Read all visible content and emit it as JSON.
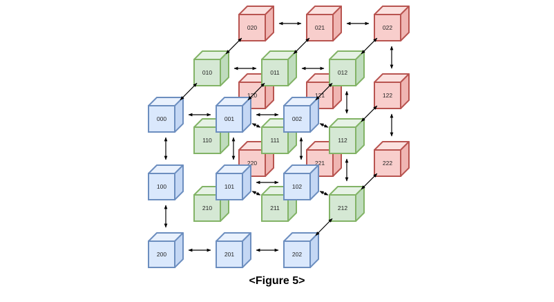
{
  "figure": {
    "caption": "<Figure 5>"
  },
  "colors": {
    "blue": {
      "front": "#dae8fc",
      "top": "#e9f1fd",
      "side": "#c4d7f4",
      "stroke": "#6c8ebf"
    },
    "green": {
      "front": "#d5e8d4",
      "top": "#e6f2e5",
      "side": "#bfdcbd",
      "stroke": "#82b366"
    },
    "red": {
      "front": "#f8cecc",
      "top": "#fbe1df",
      "side": "#f0b5b2",
      "stroke": "#b85450"
    }
  },
  "nodes": [
    {
      "id": "020",
      "label": "020",
      "color": "red"
    },
    {
      "id": "021",
      "label": "021",
      "color": "red"
    },
    {
      "id": "022",
      "label": "022",
      "color": "red"
    },
    {
      "id": "120",
      "label": "120",
      "color": "red"
    },
    {
      "id": "121",
      "label": "121",
      "color": "red"
    },
    {
      "id": "122",
      "label": "122",
      "color": "red"
    },
    {
      "id": "220",
      "label": "220",
      "color": "red"
    },
    {
      "id": "221",
      "label": "221",
      "color": "red"
    },
    {
      "id": "222",
      "label": "222",
      "color": "red"
    },
    {
      "id": "010",
      "label": "010",
      "color": "green"
    },
    {
      "id": "011",
      "label": "011",
      "color": "green"
    },
    {
      "id": "012",
      "label": "012",
      "color": "green"
    },
    {
      "id": "110",
      "label": "110",
      "color": "green"
    },
    {
      "id": "111",
      "label": "111",
      "color": "green"
    },
    {
      "id": "112",
      "label": "112",
      "color": "green"
    },
    {
      "id": "210",
      "label": "210",
      "color": "green"
    },
    {
      "id": "211",
      "label": "211",
      "color": "green"
    },
    {
      "id": "212",
      "label": "212",
      "color": "green"
    },
    {
      "id": "000",
      "label": "000",
      "color": "blue"
    },
    {
      "id": "001",
      "label": "001",
      "color": "blue"
    },
    {
      "id": "002",
      "label": "002",
      "color": "blue"
    },
    {
      "id": "100",
      "label": "100",
      "color": "blue"
    },
    {
      "id": "101",
      "label": "101",
      "color": "blue"
    },
    {
      "id": "102",
      "label": "102",
      "color": "blue"
    },
    {
      "id": "200",
      "label": "200",
      "color": "blue"
    },
    {
      "id": "201",
      "label": "201",
      "color": "blue"
    },
    {
      "id": "202",
      "label": "202",
      "color": "blue"
    }
  ],
  "edges": [
    [
      "020",
      "021"
    ],
    [
      "021",
      "022"
    ],
    [
      "020",
      "010"
    ],
    [
      "021",
      "011"
    ],
    [
      "022",
      "012"
    ],
    [
      "022",
      "122"
    ],
    [
      "122",
      "222"
    ],
    [
      "010",
      "011"
    ],
    [
      "011",
      "012"
    ],
    [
      "010",
      "000"
    ],
    [
      "011",
      "001"
    ],
    [
      "012",
      "002"
    ],
    [
      "012",
      "112"
    ],
    [
      "122",
      "112"
    ],
    [
      "222",
      "212"
    ],
    [
      "001",
      "111"
    ],
    [
      "002",
      "112"
    ],
    [
      "112",
      "212"
    ],
    [
      "001",
      "101"
    ],
    [
      "002",
      "102"
    ],
    [
      "000",
      "001"
    ],
    [
      "001",
      "002"
    ],
    [
      "000",
      "100"
    ],
    [
      "100",
      "200"
    ],
    [
      "101",
      "102"
    ],
    [
      "101",
      "211"
    ],
    [
      "102",
      "212"
    ],
    [
      "200",
      "201"
    ],
    [
      "201",
      "202"
    ],
    [
      "212",
      "202"
    ]
  ]
}
